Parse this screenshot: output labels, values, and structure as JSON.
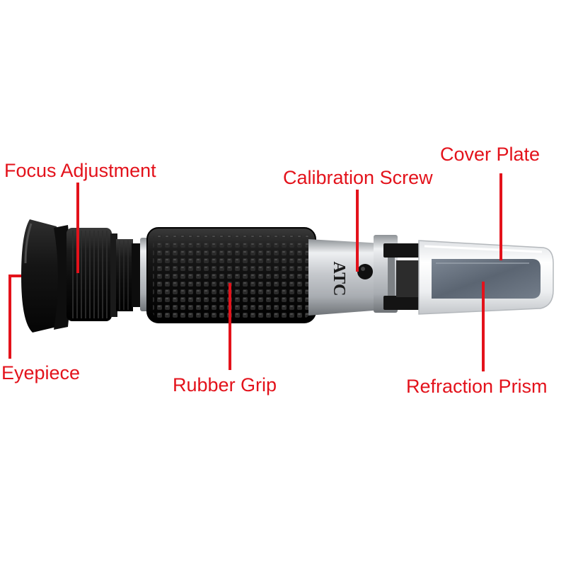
{
  "labels": {
    "focus_adjustment": "Focus Adjustment",
    "calibration_screw": "Calibration Screw",
    "cover_plate": "Cover Plate",
    "eyepiece": "Eyepiece",
    "rubber_grip": "Rubber Grip",
    "refraction_prism": "Refraction Prism"
  },
  "body_text": "ATC",
  "colors": {
    "label": "#e3121b",
    "leader_line": "#e3121b",
    "rubber": "#141414",
    "metal": "#c9ccd0",
    "prism": "#5e6978",
    "background": "#ffffff"
  }
}
